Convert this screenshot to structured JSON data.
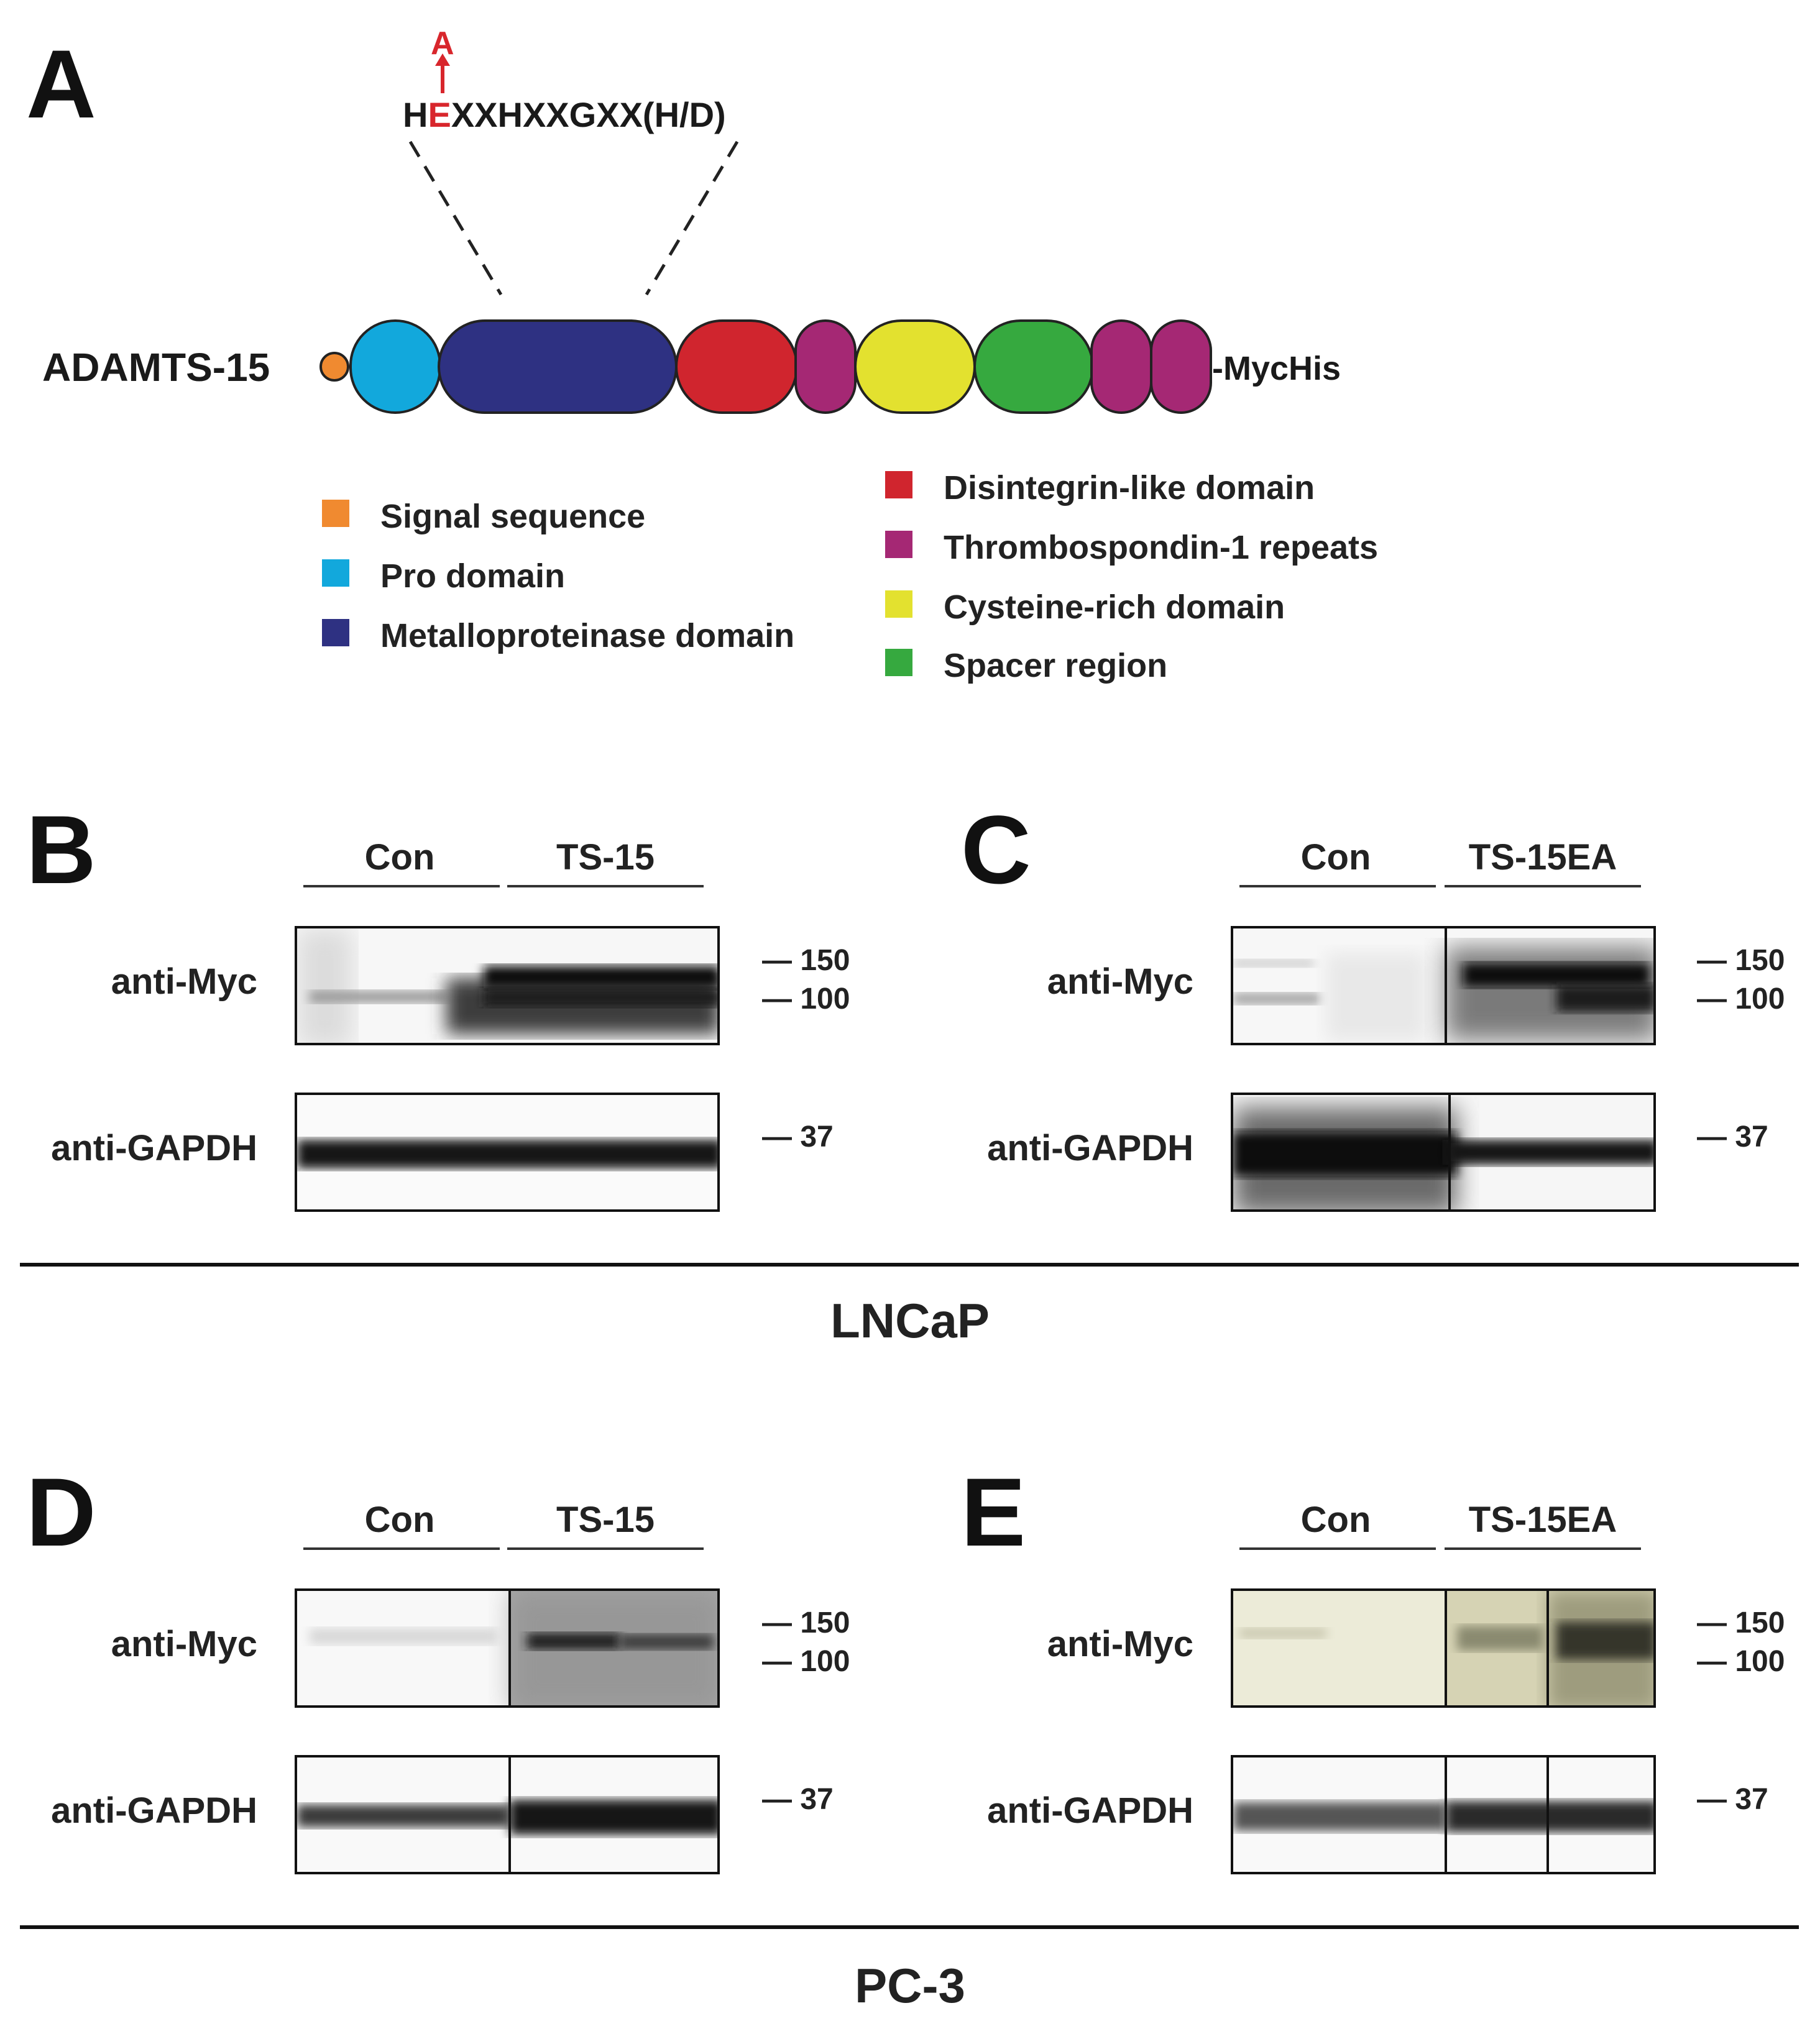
{
  "panelA": {
    "letter": "A",
    "mutation": {
      "to": "A",
      "motif_prefix": "H",
      "motif_residue": "E",
      "motif_suffix": "XXHXXGXX(H/D)"
    },
    "protein_name": "ADAMTS-15",
    "tag": "-MycHis",
    "legend": [
      {
        "label": "Signal sequence",
        "color": "#f08a30"
      },
      {
        "label": "Pro domain",
        "color": "#12a8dc"
      },
      {
        "label": "Metalloproteinase domain",
        "color": "#2e3182"
      },
      {
        "label": "Disintegrin-like domain",
        "color": "#d0252e"
      },
      {
        "label": "Thrombospondin-1 repeats",
        "color": "#a52874"
      },
      {
        "label": "Cysteine-rich domain",
        "color": "#e3e12f"
      },
      {
        "label": "Spacer region",
        "color": "#36a93f"
      }
    ]
  },
  "panels": {
    "B": {
      "letter": "B",
      "groups": [
        "Con",
        "TS-15"
      ],
      "antibodies": [
        "anti-Myc",
        "anti-GAPDH"
      ],
      "markers_top": [
        "150",
        "100"
      ],
      "marker_bottom": "37"
    },
    "C": {
      "letter": "C",
      "groups": [
        "Con",
        "TS-15EA"
      ],
      "antibodies": [
        "anti-Myc",
        "anti-GAPDH"
      ],
      "markers_top": [
        "150",
        "100"
      ],
      "marker_bottom": "37"
    },
    "D": {
      "letter": "D",
      "groups": [
        "Con",
        "TS-15"
      ],
      "antibodies": [
        "anti-Myc",
        "anti-GAPDH"
      ],
      "markers_top": [
        "150",
        "100"
      ],
      "marker_bottom": "37"
    },
    "E": {
      "letter": "E",
      "groups": [
        "Con",
        "TS-15EA"
      ],
      "antibodies": [
        "anti-Myc",
        "anti-GAPDH"
      ],
      "markers_top": [
        "150",
        "100"
      ],
      "marker_bottom": "37"
    }
  },
  "cell_lines": {
    "top": "LNCaP",
    "bottom": "PC-3"
  }
}
